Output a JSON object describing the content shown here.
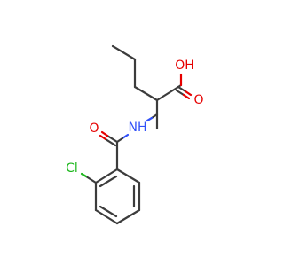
{
  "molecule": {
    "atoms": {
      "hydroxyl_oxygen": "OH",
      "carbonyl_oxygen_acid": "O",
      "amide_nitrogen": "NH",
      "carbonyl_oxygen_amide": "O",
      "chlorine": "Cl"
    },
    "colors": {
      "carbon_bond": "#3c3c3c",
      "oxygen": "#e60000",
      "nitrogen": "#3050f8",
      "chlorine": "#1fb81f"
    }
  }
}
